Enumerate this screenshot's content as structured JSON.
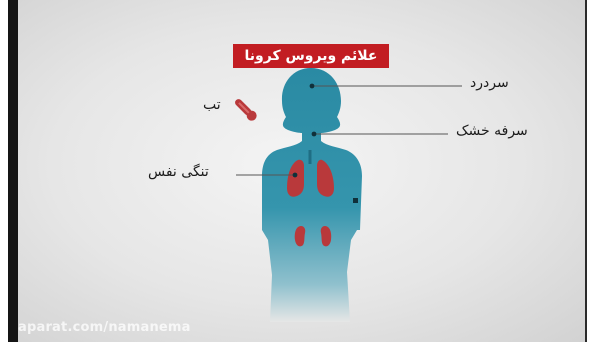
{
  "title": "علائم ویروس کرونا",
  "labels": {
    "headache": "سردرد",
    "dry_cough": "سرفه خشک",
    "shortness_of_breath": "تنگی نفس",
    "fever": "تب"
  },
  "watermark": "aparat.com/namanema",
  "colors": {
    "title_bg": "#c21d22",
    "body": "#2e8ca4",
    "organs": "#b53a3a",
    "background": "#e8e8e8"
  }
}
